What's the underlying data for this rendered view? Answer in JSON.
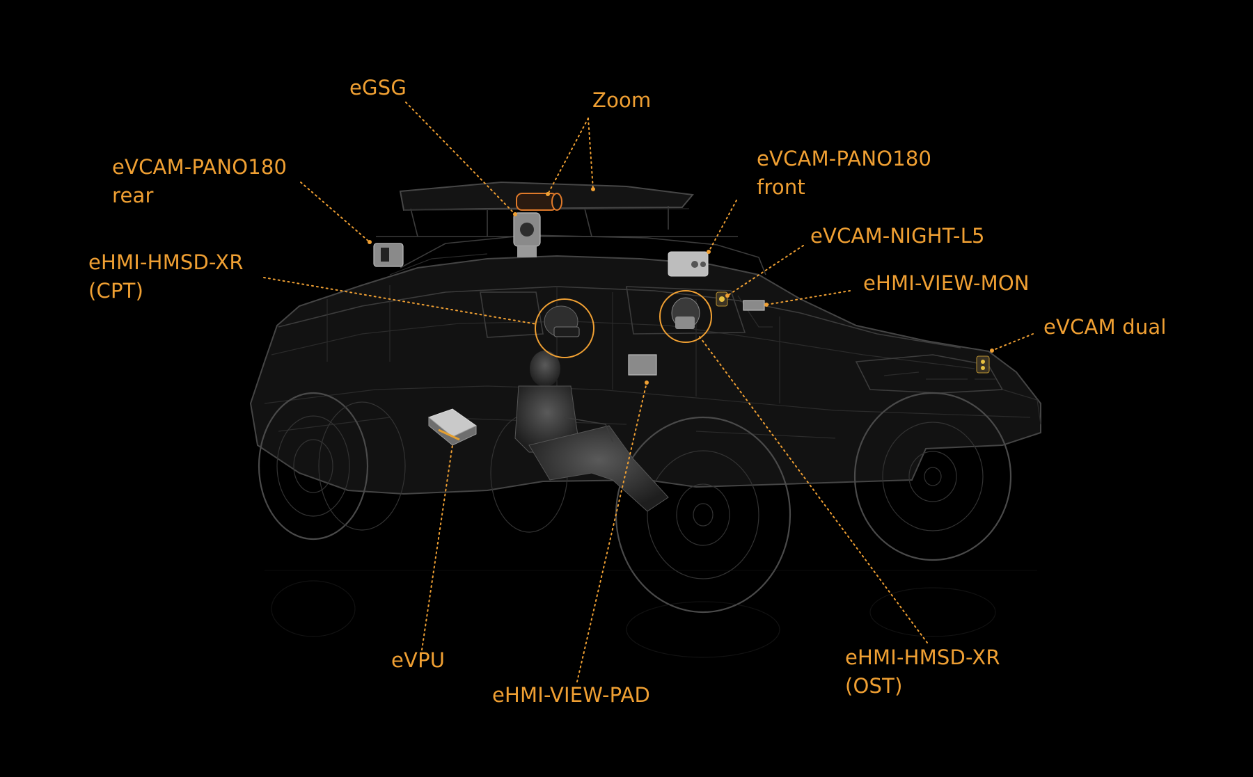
{
  "colors": {
    "background": "#000000",
    "accent": "#f0a033"
  },
  "callouts": [
    {
      "id": "egsg",
      "label": "eGSG"
    },
    {
      "id": "zoom",
      "label": "Zoom"
    },
    {
      "id": "evcam-pano180-rear",
      "label": "eVCAM-PANO180\nrear"
    },
    {
      "id": "evcam-pano180-front",
      "label": "eVCAM-PANO180\nfront"
    },
    {
      "id": "ehmi-hmsd-xr-cpt",
      "label": "eHMI-HMSD-XR\n(CPT)"
    },
    {
      "id": "evcam-night-l5",
      "label": "eVCAM-NIGHT-L5"
    },
    {
      "id": "ehmi-view-mon",
      "label": "eHMI-VIEW-MON"
    },
    {
      "id": "evcam-dual",
      "label": "eVCAM dual"
    },
    {
      "id": "evpu",
      "label": "eVPU"
    },
    {
      "id": "ehmi-view-pad",
      "label": "eHMI-VIEW-PAD"
    },
    {
      "id": "ehmi-hmsd-xr-ost",
      "label": "eHMI-HMSD-XR\n(OST)"
    }
  ]
}
